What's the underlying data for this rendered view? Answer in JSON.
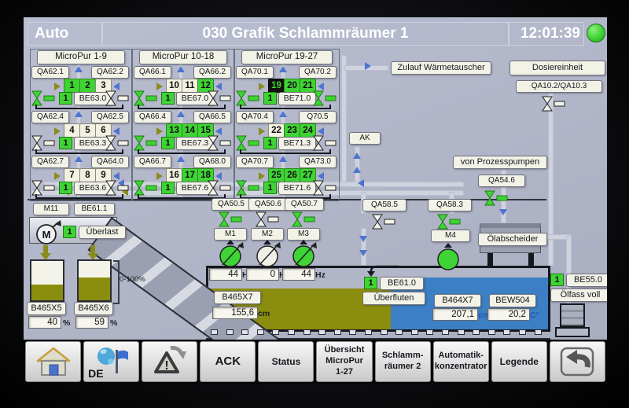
{
  "header": {
    "mode": "Auto",
    "title": "030 Grafik Schlammräumer 1",
    "time": "12:01:39",
    "status_indicator_color": "#3fd435"
  },
  "colors": {
    "active_green": "#3fd435",
    "sludge_olive": "#8b8d0e",
    "water_blue": "#3c7fc4"
  },
  "groups": [
    {
      "title": "MicroPur 1-9",
      "rows": [
        {
          "qa_left": "QA62.1",
          "qa_right": "QA62.2",
          "cells": [
            {
              "n": "1",
              "state": "on"
            },
            {
              "n": "2",
              "state": "on"
            },
            {
              "n": "3",
              "state": "off"
            }
          ],
          "be_value": "1",
          "be": "BE63.0",
          "valve_left": "open",
          "valve_right": "closed"
        },
        {
          "qa_left": "QA62.4",
          "qa_right": "QA62.5",
          "cells": [
            {
              "n": "4",
              "state": "off"
            },
            {
              "n": "5",
              "state": "off"
            },
            {
              "n": "6",
              "state": "off"
            }
          ],
          "be_value": "1",
          "be": "BE63.3",
          "valve_left": "closed",
          "valve_right": "closed"
        },
        {
          "qa_left": "QA62.7",
          "qa_right": "QA64.0",
          "cells": [
            {
              "n": "7",
              "state": "off"
            },
            {
              "n": "8",
              "state": "off"
            },
            {
              "n": "9",
              "state": "off"
            }
          ],
          "be_value": "1",
          "be": "BE63.6",
          "valve_left": "closed",
          "valve_right": "closed"
        }
      ]
    },
    {
      "title": "MicroPur 10-18",
      "rows": [
        {
          "qa_left": "QA66.1",
          "qa_right": "QA66.2",
          "cells": [
            {
              "n": "10",
              "state": "off"
            },
            {
              "n": "11",
              "state": "off"
            },
            {
              "n": "12",
              "state": "on"
            }
          ],
          "be_value": "1",
          "be": "BE67.0",
          "valve_left": "open",
          "valve_right": "closed"
        },
        {
          "qa_left": "QA66.4",
          "qa_right": "QA66.5",
          "cells": [
            {
              "n": "13",
              "state": "on"
            },
            {
              "n": "14",
              "state": "on"
            },
            {
              "n": "15",
              "state": "on"
            }
          ],
          "be_value": "1",
          "be": "BE67.3",
          "valve_left": "open",
          "valve_right": "closed"
        },
        {
          "qa_left": "QA66.7",
          "qa_right": "QA68.0",
          "cells": [
            {
              "n": "16",
              "state": "off"
            },
            {
              "n": "17",
              "state": "on"
            },
            {
              "n": "18",
              "state": "on"
            }
          ],
          "be_value": "1",
          "be": "BE67.6",
          "valve_left": "open",
          "valve_right": "closed"
        }
      ]
    },
    {
      "title": "MicroPur 19-27",
      "rows": [
        {
          "qa_left": "QA70.1",
          "qa_right": "QA70.2",
          "cells": [
            {
              "n": "19",
              "state": "sel"
            },
            {
              "n": "20",
              "state": "on"
            },
            {
              "n": "21",
              "state": "on"
            }
          ],
          "be_value": "1",
          "be": "BE71.0",
          "valve_left": "open",
          "valve_right": "open"
        },
        {
          "qa_left": "QA70.4",
          "qa_right": "Q70.5",
          "cells": [
            {
              "n": "22",
              "state": "off"
            },
            {
              "n": "23",
              "state": "on"
            },
            {
              "n": "24",
              "state": "on"
            }
          ],
          "be_value": "1",
          "be": "BE71.3",
          "valve_left": "open",
          "valve_right": "closed"
        },
        {
          "qa_left": "QA70.7",
          "qa_right": "QA73.0",
          "cells": [
            {
              "n": "25",
              "state": "on"
            },
            {
              "n": "26",
              "state": "on"
            },
            {
              "n": "27",
              "state": "on"
            }
          ],
          "be_value": "1",
          "be": "BE71.6",
          "valve_left": "open",
          "valve_right": "closed"
        }
      ]
    }
  ],
  "right": {
    "zulauf": "Zulauf Wärmetauscher",
    "dosiereinheit": "Dosiereinheit",
    "qa10": "QA10.2/QA10.3",
    "ak": "AK",
    "von_prozesspumpen": "von Prozesspumpen",
    "qa546": "QA54.6",
    "oelabscheider": "Ölabscheider"
  },
  "qa58": [
    {
      "label": "QA58.5",
      "state": "closed"
    },
    {
      "label": "QA58.3",
      "state": "open"
    }
  ],
  "m4_label": "M4",
  "pumps": [
    {
      "qa": "QA50.5",
      "valve": "open",
      "motor": "M1",
      "running": true,
      "hz": "44",
      "unit": "Hz"
    },
    {
      "qa": "QA50.6",
      "valve": "closed",
      "motor": "M2",
      "running": false,
      "hz": "0",
      "unit": "Hz"
    },
    {
      "qa": "QA50.7",
      "valve": "open",
      "motor": "M3",
      "running": true,
      "hz": "44",
      "unit": "Hz"
    }
  ],
  "left": {
    "m11": "M11",
    "be611": "BE61.1",
    "overload_value": "1",
    "overload": "Überlast",
    "scale": "0-100%",
    "tanks": [
      {
        "label": "B465X5",
        "value": "40",
        "unit": "%",
        "percent": 40
      },
      {
        "label": "B465X6",
        "value": "59",
        "unit": "%",
        "percent": 59
      }
    ]
  },
  "basin": {
    "b465x7": {
      "label": "B465X7",
      "value": "155,6",
      "unit": "cm"
    },
    "be610": {
      "value": "1",
      "label": "BE61.0",
      "warn": "Überfluten"
    },
    "b464x7": {
      "label": "B464X7",
      "value": "207,1",
      "unit": "cm"
    },
    "bew504": {
      "label": "BEW504",
      "value": "20,2",
      "unit": "C°"
    }
  },
  "oil": {
    "value": "1",
    "label": "BE55.0",
    "warn": "Ölfass voll"
  },
  "toolbar": [
    {
      "name": "home-button",
      "icon": "home-icon"
    },
    {
      "name": "language-button",
      "icon": "language-globe-icon",
      "label": "DE"
    },
    {
      "name": "alarm-ack-button",
      "icon": "alarm-ack-icon"
    },
    {
      "name": "ack-button",
      "label": "ACK",
      "size": "lg"
    },
    {
      "name": "status-button",
      "label": "Status",
      "size": "md"
    },
    {
      "name": "nav-uebersicht-micropur-button",
      "label": "Übersicht\nMicroPur\n1-27"
    },
    {
      "name": "nav-schlammraeumer-2-button",
      "label": "Schlamm-\nräumer 2"
    },
    {
      "name": "nav-automatikkonzentrator-button",
      "label": "Automatik-\nkonzentrator"
    },
    {
      "name": "legende-button",
      "label": "Legende",
      "size": "md"
    },
    {
      "name": "back-button",
      "icon": "back-icon"
    }
  ]
}
